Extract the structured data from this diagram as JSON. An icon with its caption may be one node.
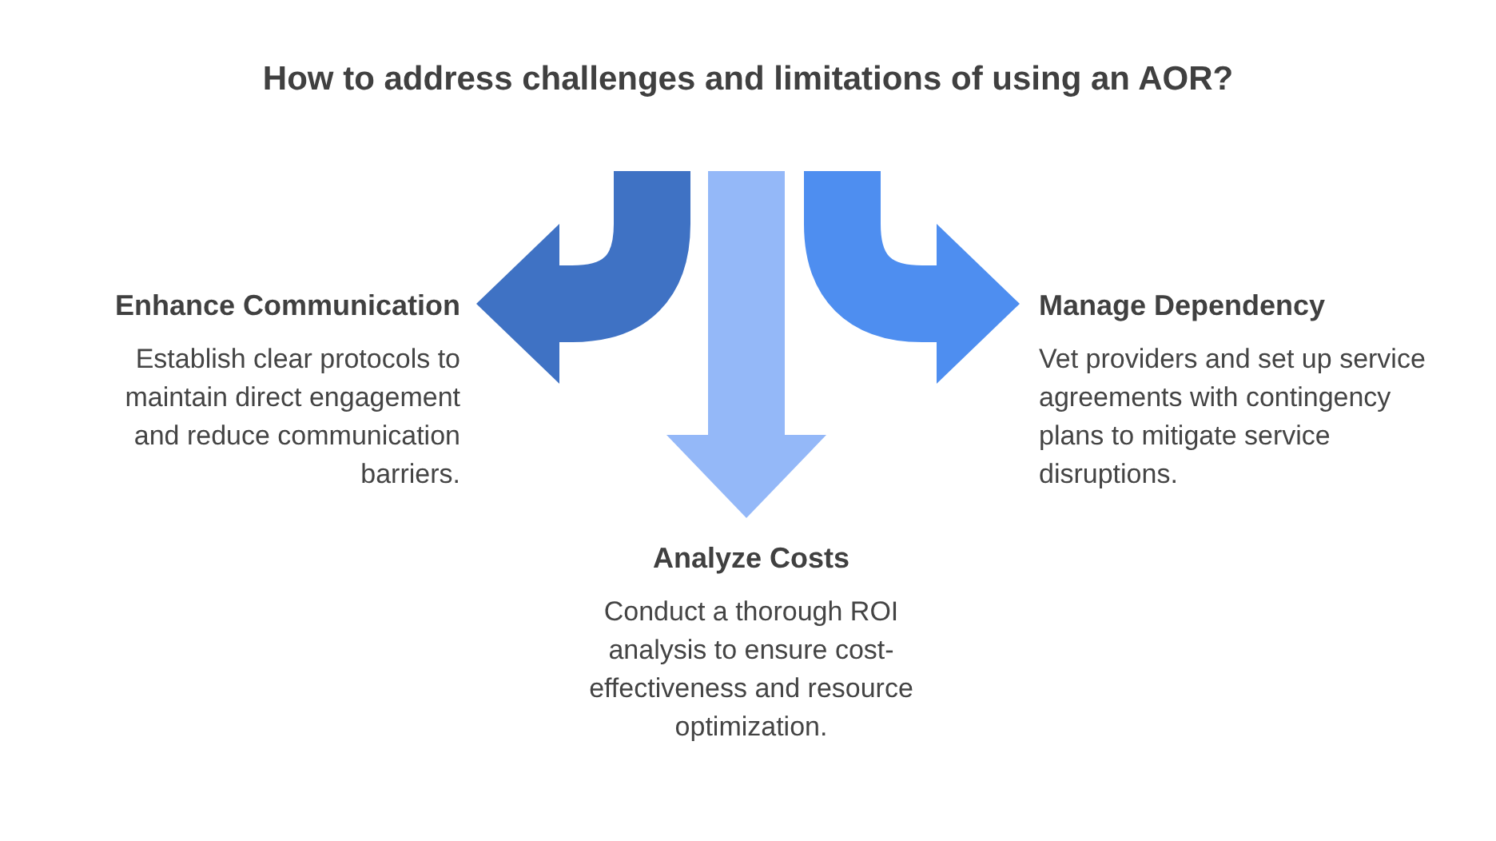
{
  "diagram": {
    "title": "How to address challenges and limitations of using an AOR?",
    "nodes": [
      {
        "text": [
          "Enhance Communication",
          "Establish clear protocols to maintain direct engagement and reduce communication barriers."
        ]
      },
      {
        "text": [
          "Analyze Costs",
          "Conduct a thorough ROI analysis to ensure cost-effectiveness and resource optimization."
        ]
      },
      {
        "text": [
          "Manage Dependency",
          "Vet providers and set up service agreements with contingency plans to mitigate service disruptions."
        ]
      }
    ],
    "edges": [
      {
        "from": null,
        "to": 0,
        "arrow": "to",
        "color": "#3f72c4"
      },
      {
        "from": null,
        "to": 1,
        "arrow": "to",
        "color": "#94b8f8"
      },
      {
        "from": null,
        "to": 2,
        "arrow": "to",
        "color": "#4e8ef0"
      }
    ]
  }
}
